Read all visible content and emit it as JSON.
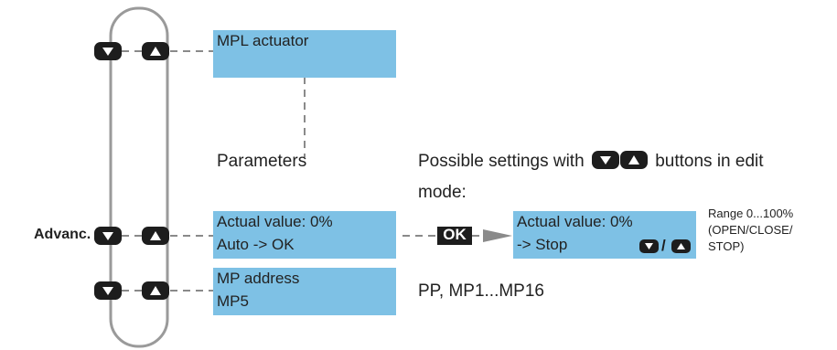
{
  "screens": [
    {
      "lines": [
        "MPL actuator",
        ""
      ]
    },
    {
      "lines": [
        "Actual value: 0%",
        "Auto -> OK"
      ]
    },
    {
      "lines": [
        "MP address",
        "MP5"
      ]
    }
  ],
  "edit_screen": {
    "lines": [
      "Actual value: 0%",
      "-> Stop"
    ]
  },
  "labels": {
    "parameters": "Parameters",
    "advanced": "Advanc.",
    "ok_key": "OK",
    "settings_prefix": "Possible settings with",
    "settings_suffix": "buttons in edit",
    "settings_line2": "mode:",
    "range_line1": "Range 0...100%",
    "range_line2": "(OPEN/CLOSE/",
    "range_line3": "STOP)",
    "mp_options": "PP, MP1...MP16",
    "slash": "/"
  },
  "icons": {
    "down": "triangle-down-icon",
    "up": "triangle-up-icon"
  },
  "colors": {
    "screen_bg": "#7ec1e5",
    "button_bg": "#1d1d1d",
    "connector": "#8a8a8a",
    "loop": "#9a9a9a"
  }
}
